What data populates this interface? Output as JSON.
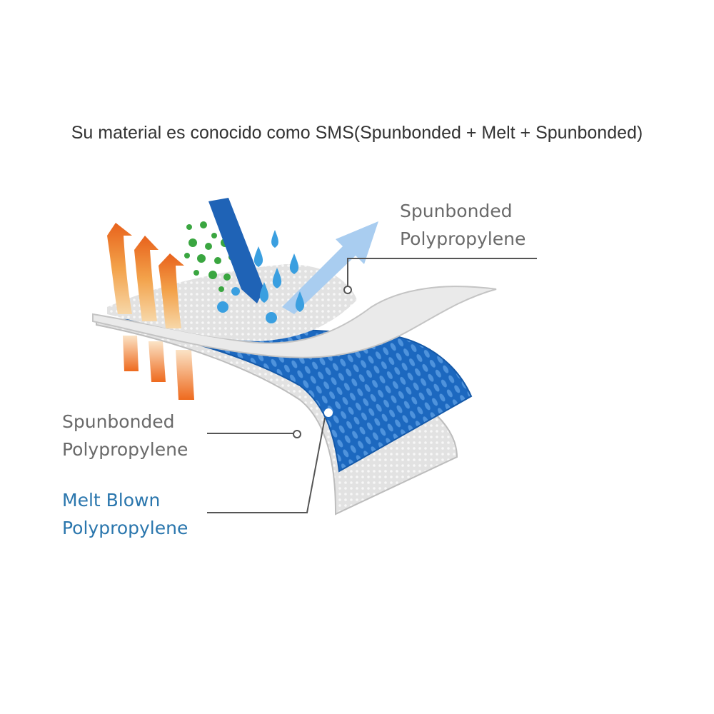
{
  "title": "Su material es conocido como SMS(Spunbonded + Melt + Spunbonded)",
  "labels": {
    "top_layer": {
      "line1": "Spunbonded",
      "line2": "Polypropylene"
    },
    "bottom_layer": {
      "line1": "Spunbonded",
      "line2": "Polypropylene"
    },
    "middle_layer": {
      "line1": "Melt Blown",
      "line2": "Polypropylene"
    }
  },
  "colors": {
    "melt_blown": "#1f6fc0",
    "spunbonded": "#d8d8d8",
    "heat_arrow": "#f07a28",
    "particles": "#3aa640",
    "water": "#3a9fe0",
    "air_arrow": "#a9cdf0",
    "label_text": "#6a6a6a",
    "melt_label_text": "#2a76ad"
  }
}
